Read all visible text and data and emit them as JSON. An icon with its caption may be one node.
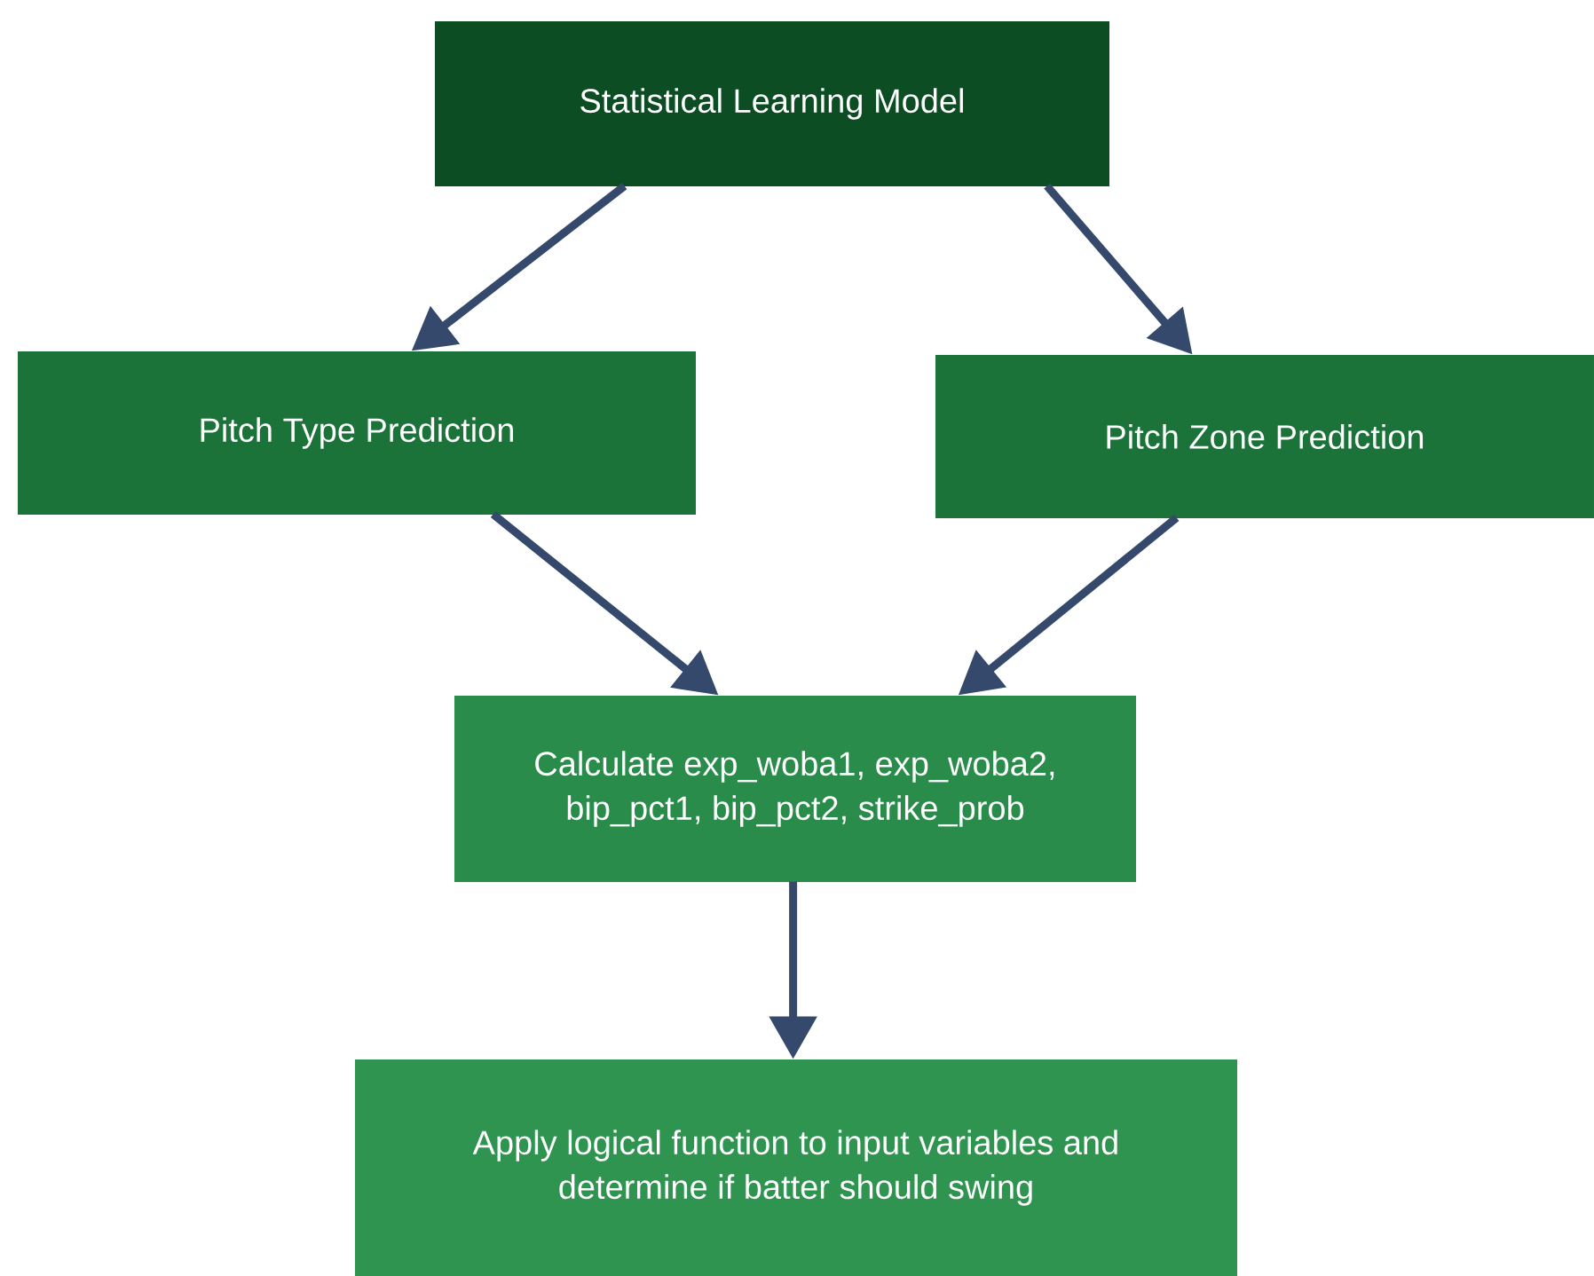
{
  "diagram": {
    "nodes": [
      {
        "text": [
          "Statistical Learning Model"
        ]
      },
      {
        "text": [
          "Pitch Type Prediction"
        ]
      },
      {
        "text": [
          "Pitch Zone Prediction"
        ]
      },
      {
        "text": [
          "Calculate exp_woba1, exp_woba2, bip_pct1, bip_pct2, strike_prob"
        ]
      },
      {
        "text": [
          "Apply logical function to input variables and determine if batter should swing"
        ]
      }
    ],
    "edges": [
      {
        "from": 0,
        "to": 1,
        "arrow": "to"
      },
      {
        "from": 0,
        "to": 2,
        "arrow": "to"
      },
      {
        "from": 1,
        "to": 3,
        "arrow": "to"
      },
      {
        "from": 2,
        "to": 3,
        "arrow": "to"
      },
      {
        "from": 3,
        "to": 4,
        "arrow": "to"
      }
    ]
  }
}
